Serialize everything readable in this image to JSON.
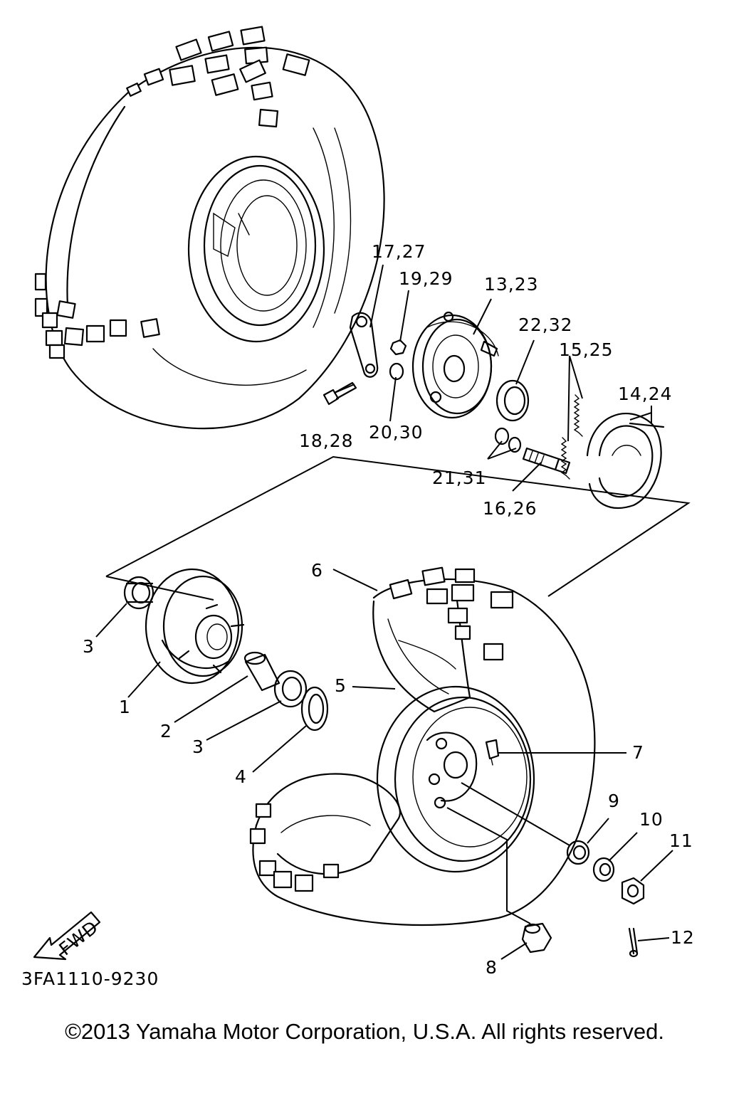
{
  "diagram_code": "3FA1110-9230",
  "fwd_label": "FWD",
  "copyright": "©2013 Yamaha Motor Corporation, U.S.A. All rights reserved.",
  "callouts": {
    "p1": "1",
    "p2": "2",
    "p3a": "3",
    "p3b": "3",
    "p4": "4",
    "p5": "5",
    "p6": "6",
    "p7": "7",
    "p8": "8",
    "p9": "9",
    "p10": "10",
    "p11": "11",
    "p12": "12",
    "p13_23": "13,23",
    "p14_24": "14,24",
    "p15_25": "15,25",
    "p16_26": "16,26",
    "p17_27": "17,27",
    "p18_28": "18,28",
    "p19_29": "19,29",
    "p20_30": "20,30",
    "p21_31": "21,31",
    "p22_32": "22,32"
  }
}
